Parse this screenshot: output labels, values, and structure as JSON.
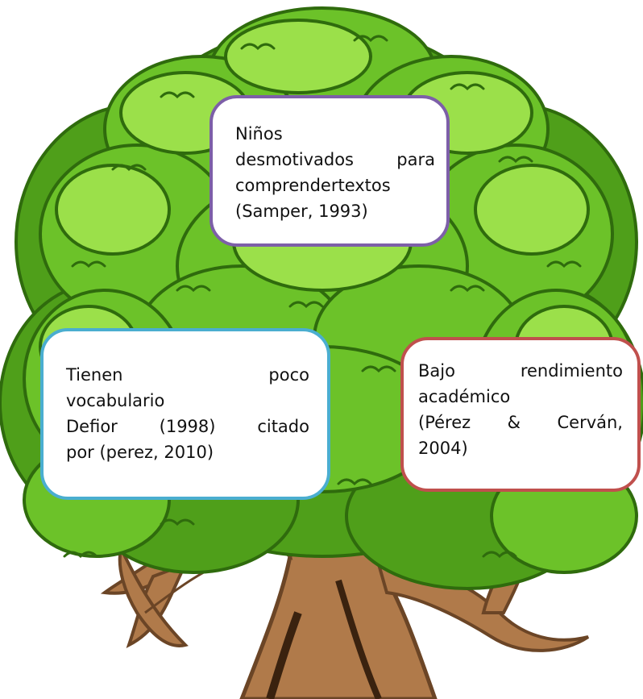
{
  "colors": {
    "foliage_dark": "#4f9f1a",
    "foliage_mid": "#6cc229",
    "foliage_light": "#9be04a",
    "outline": "#2f6b0d",
    "trunk": "#b07a4a",
    "trunk_dark": "#6b4526",
    "box_top_border": "#7d5fa8",
    "box_left_border": "#4aaed0",
    "box_right_border": "#c0504d"
  },
  "boxes": {
    "top": {
      "line1": "Niños",
      "line2_a": "desmotivados",
      "line2_b": "para",
      "line3": "comprendertextos",
      "line4": "(Samper, 1993)"
    },
    "left": {
      "line1_a": "Tienen",
      "line1_b": "poco",
      "line2": "vocabulario",
      "line3_a": "Defior",
      "line3_b": "(1998)",
      "line3_c": "citado",
      "line4": "por (perez, 2010)"
    },
    "right": {
      "line1_a": "Bajo",
      "line1_b": "rendimiento",
      "line2": "académico",
      "line3_a": "(Pérez",
      "line3_b": "&",
      "line3_c": "Cerván,",
      "line4": "2004)"
    }
  }
}
